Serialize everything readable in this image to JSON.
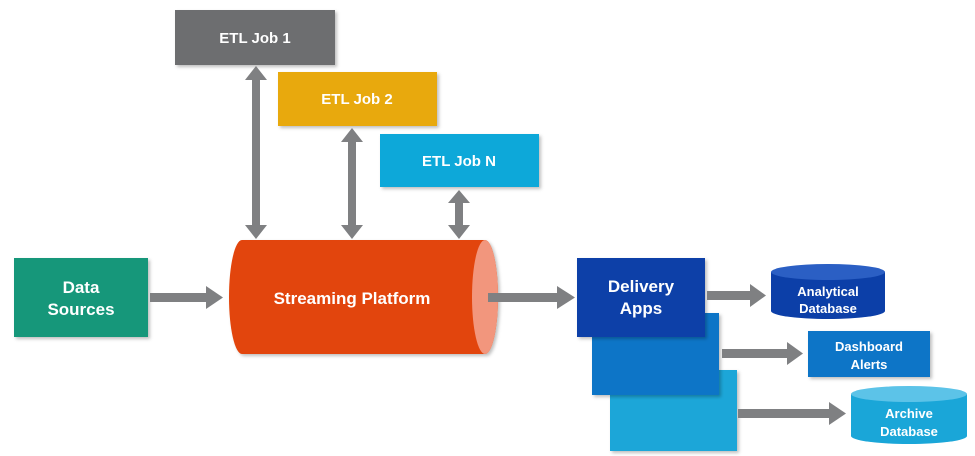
{
  "colors": {
    "gray": "#6d6e70",
    "gold": "#e8a90d",
    "cyan": "#10a8d9",
    "green": "#14977a",
    "orange": "#e24408",
    "orange_cap": "#f2967d",
    "navy": "#0c3fa8",
    "blue": "#0a74c7",
    "arrow": "#7f8082"
  },
  "etl_jobs": [
    {
      "label": "ETL Job 1"
    },
    {
      "label": "ETL Job 2"
    },
    {
      "label": "ETL Job N"
    }
  ],
  "data_sources": {
    "line1": "Data",
    "line2": "Sources"
  },
  "streaming_platform": {
    "label": "Streaming Platform"
  },
  "delivery_apps": {
    "line1": "Delivery",
    "line2": "Apps"
  },
  "destinations": {
    "analytical": {
      "line1": "Analytical",
      "line2": "Database"
    },
    "dashboard": {
      "line1": "Dashboard",
      "line2": "Alerts"
    },
    "archive": {
      "line1": "Archive",
      "line2": "Database"
    }
  }
}
